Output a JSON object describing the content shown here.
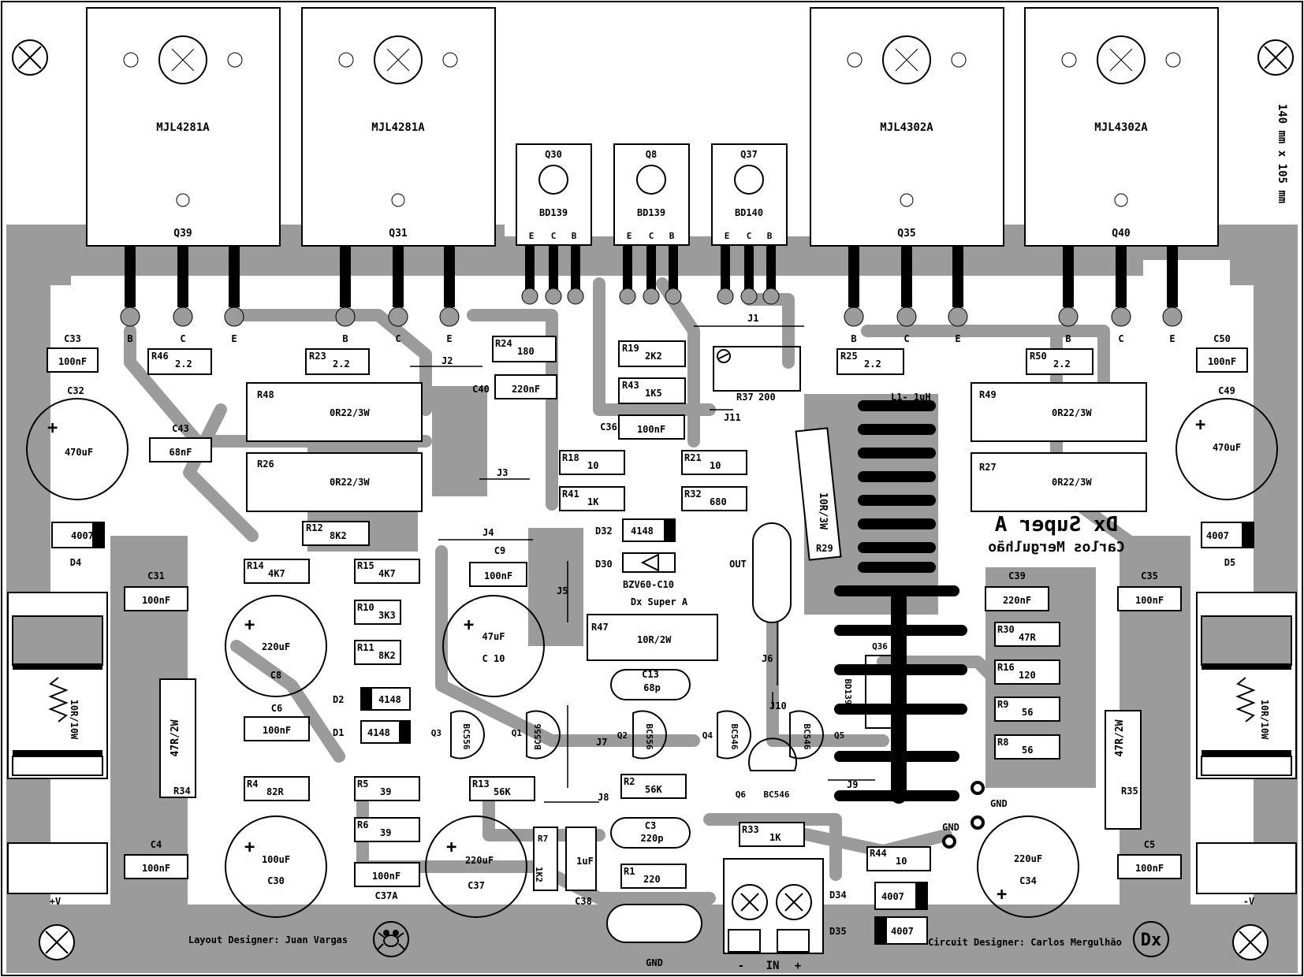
{
  "transistors_power": [
    {
      "ref": "Q39",
      "part": "MJL4281A",
      "pins": [
        "B",
        "C",
        "E"
      ]
    },
    {
      "ref": "Q31",
      "part": "MJL4281A",
      "pins": [
        "B",
        "C",
        "E"
      ]
    },
    {
      "ref": "Q35",
      "part": "MJL4302A",
      "pins": [
        "B",
        "C",
        "E"
      ]
    },
    {
      "ref": "Q40",
      "part": "MJL4302A",
      "pins": [
        "B",
        "C",
        "E"
      ]
    }
  ],
  "transistors_driver": [
    {
      "ref": "Q30",
      "part": "BD139",
      "pins": [
        "E",
        "C",
        "B"
      ]
    },
    {
      "ref": "Q8",
      "part": "BD139",
      "pins": [
        "E",
        "C",
        "B"
      ]
    },
    {
      "ref": "Q37",
      "part": "BD140",
      "pins": [
        "E",
        "C",
        "B"
      ]
    }
  ],
  "dimension": "140 mm x 105 mm",
  "resistors": [
    {
      "ref": "R46",
      "value": "2.2"
    },
    {
      "ref": "R23",
      "value": "2.2"
    },
    {
      "ref": "R24",
      "value": "180"
    },
    {
      "ref": "R19",
      "value": "2K2"
    },
    {
      "ref": "R43",
      "value": "1K5"
    },
    {
      "ref": "R25",
      "value": "2.2"
    },
    {
      "ref": "R50",
      "value": "2.2"
    },
    {
      "ref": "R48",
      "value": "0R22/3W"
    },
    {
      "ref": "R26",
      "value": "0R22/3W"
    },
    {
      "ref": "R49",
      "value": "0R22/3W"
    },
    {
      "ref": "R27",
      "value": "0R22/3W"
    },
    {
      "ref": "R18",
      "value": "10"
    },
    {
      "ref": "R21",
      "value": "10"
    },
    {
      "ref": "R41",
      "value": "1K"
    },
    {
      "ref": "R32",
      "value": "680"
    },
    {
      "ref": "R12",
      "value": "8K2"
    },
    {
      "ref": "R14",
      "value": "4K7"
    },
    {
      "ref": "R15",
      "value": "4K7"
    },
    {
      "ref": "R10",
      "value": "3K3"
    },
    {
      "ref": "R11",
      "value": "8K2"
    },
    {
      "ref": "R47",
      "value": "10R/2W"
    },
    {
      "ref": "R30",
      "value": "47R"
    },
    {
      "ref": "R16",
      "value": "120"
    },
    {
      "ref": "R9",
      "value": "56"
    },
    {
      "ref": "R8",
      "value": "56"
    },
    {
      "ref": "R4",
      "value": "82R"
    },
    {
      "ref": "R5",
      "value": "39"
    },
    {
      "ref": "R13",
      "value": "56K"
    },
    {
      "ref": "R2",
      "value": "56K"
    },
    {
      "ref": "R6",
      "value": "39"
    },
    {
      "ref": "R7",
      "value": "1K2"
    },
    {
      "ref": "R1",
      "value": "220"
    },
    {
      "ref": "R33",
      "value": "1K"
    },
    {
      "ref": "R44",
      "value": "10"
    },
    {
      "ref": "R29",
      "value": "10R/3W"
    },
    {
      "ref": "R34",
      "value": "47R/2W"
    },
    {
      "ref": "R35",
      "value": "47R/2W"
    },
    {
      "ref": "R37",
      "value": "200"
    }
  ],
  "caps": [
    {
      "ref": "C33",
      "value": "100nF"
    },
    {
      "ref": "C50",
      "value": "100nF"
    },
    {
      "ref": "C32",
      "value": "470uF"
    },
    {
      "ref": "C49",
      "value": "470uF"
    },
    {
      "ref": "C43",
      "value": "68nF"
    },
    {
      "ref": "C40",
      "value": "220nF"
    },
    {
      "ref": "C36",
      "value": "100nF"
    },
    {
      "ref": "C9",
      "value": "100nF"
    },
    {
      "ref": "C31",
      "value": "100nF"
    },
    {
      "ref": "C35",
      "value": "100nF"
    },
    {
      "ref": "C39",
      "value": "220nF"
    },
    {
      "ref": "C8",
      "value": "220uF"
    },
    {
      "ref": "C 10",
      "value": "47uF"
    },
    {
      "ref": "C6",
      "value": "100nF"
    },
    {
      "ref": "C13",
      "value": "68p"
    },
    {
      "ref": "C3",
      "value": "220p"
    },
    {
      "ref": "C4",
      "value": "100nF"
    },
    {
      "ref": "C5",
      "value": "100nF"
    },
    {
      "ref": "C30",
      "value": "100uF"
    },
    {
      "ref": "C37",
      "value": "220uF"
    },
    {
      "ref": "C37A",
      "value": "100nF"
    },
    {
      "ref": "C38",
      "value": "1uF"
    },
    {
      "ref": "C34",
      "value": "220uF"
    }
  ],
  "diodes": [
    {
      "ref": "D4",
      "value": "4007"
    },
    {
      "ref": "D5",
      "value": "4007"
    },
    {
      "ref": "D32",
      "value": "4148"
    },
    {
      "ref": "D30",
      "value": "BZV60-C10"
    },
    {
      "ref": "D2",
      "value": "4148"
    },
    {
      "ref": "D1",
      "value": "4148"
    },
    {
      "ref": "D34",
      "value": "4007"
    },
    {
      "ref": "D35",
      "value": "4007"
    }
  ],
  "small_transistors": [
    {
      "ref": "Q3",
      "part": "BC556"
    },
    {
      "ref": "Q1",
      "part": "BC556"
    },
    {
      "ref": "Q2",
      "part": "BC556"
    },
    {
      "ref": "Q4",
      "part": "BC546"
    },
    {
      "ref": "Q5",
      "part": "BC546"
    },
    {
      "ref": "Q6",
      "part": "BC546"
    },
    {
      "ref": "Q36",
      "part": "BD139"
    }
  ],
  "jumpers": [
    "J1",
    "J2",
    "J3",
    "J4",
    "J5",
    "J6",
    "J7",
    "J8",
    "J9",
    "J10",
    "J11"
  ],
  "labels": {
    "inductor": "L1- 1uH",
    "out": "OUT",
    "title": "Dx Super A",
    "author": "Carlos Mergulhão",
    "silk_title": "Dx Super A",
    "layout_designer": "Layout Designer:  Juan Vargas",
    "circuit_designer": "Circuit Designer:  Carlos Mergulhão",
    "gnd": "GND",
    "in": "IN",
    "plus_v": "+V",
    "minus_v": "-V",
    "fuse_left": "10R/10W",
    "fuse_right": "10R/10W",
    "dx": "Dx",
    "plus": "+",
    "minus": "-"
  },
  "colors": {
    "copper": "#9b9b9b",
    "silk": "#000000",
    "board": "#ffffff"
  }
}
